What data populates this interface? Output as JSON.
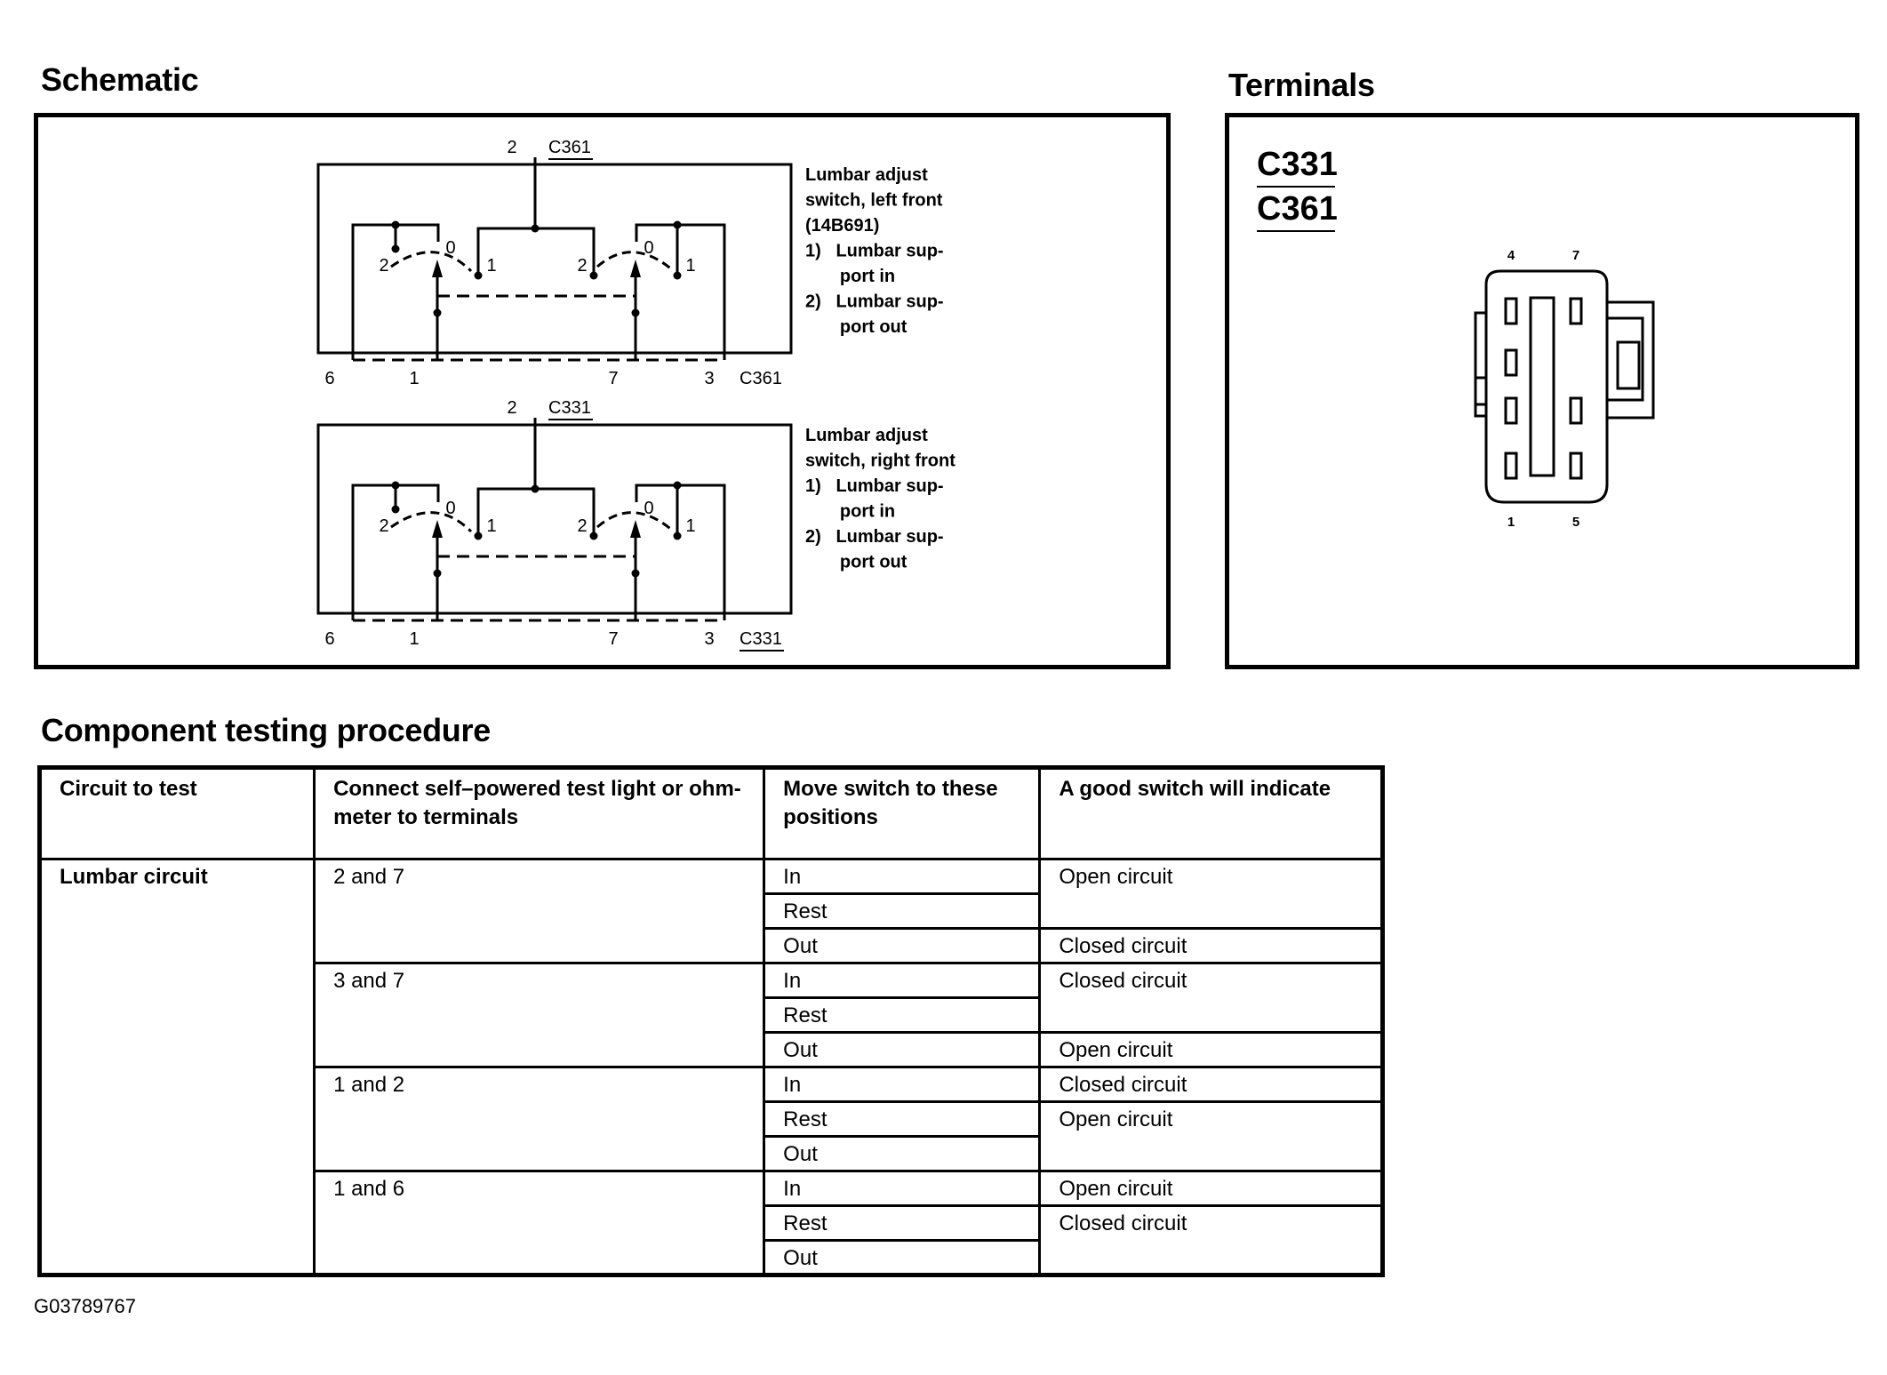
{
  "schematic": {
    "title": "Schematic",
    "upper": {
      "connector_top": "C361",
      "pin_top": "2",
      "description": [
        "Lumbar adjust",
        "switch, left front",
        "(14B691)",
        "1)   Lumbar sup-",
        "       port in",
        "2)   Lumbar sup-",
        "       port out"
      ],
      "pins_bottom": [
        "6",
        "1",
        "7",
        "3"
      ],
      "connector_bottom": "C361",
      "left_switch": [
        "2",
        "0",
        "1"
      ],
      "right_switch": [
        "2",
        "0",
        "1"
      ]
    },
    "lower": {
      "connector_top": "C331",
      "pin_top": "2",
      "description": [
        "Lumbar adjust",
        "switch, right front",
        "1)   Lumbar sup-",
        "       port in",
        "2)   Lumbar sup-",
        "       port out"
      ],
      "pins_bottom": [
        "6",
        "1",
        "7",
        "3"
      ],
      "connector_bottom": "C331",
      "left_switch": [
        "2",
        "0",
        "1"
      ],
      "right_switch": [
        "2",
        "0",
        "1"
      ]
    }
  },
  "terminals": {
    "title": "Terminals",
    "connectors": [
      "C331",
      "C361"
    ],
    "pin_labels_top": [
      "4",
      "7"
    ],
    "pin_labels_bottom": [
      "1",
      "5"
    ]
  },
  "procedure": {
    "title": "Component testing procedure",
    "headers": [
      "Circuit to test",
      "Connect self–powered test light or ohm-\nmeter to terminals",
      "Move switch to these\npositions",
      "A good switch will indicate"
    ],
    "circuit": "Lumbar circuit",
    "groups": [
      {
        "terminals": "2 and 7",
        "positions": [
          "In",
          "Rest",
          "Out"
        ],
        "results": [
          {
            "text": "Open circuit",
            "span": 2
          },
          {
            "text": "Closed circuit",
            "span": 1
          }
        ]
      },
      {
        "terminals": "3 and 7",
        "positions": [
          "In",
          "Rest",
          "Out"
        ],
        "results": [
          {
            "text": "Closed circuit",
            "span": 2
          },
          {
            "text": "Open circuit",
            "span": 1
          }
        ]
      },
      {
        "terminals": "1 and 2",
        "positions": [
          "In",
          "Rest",
          "Out"
        ],
        "results": [
          {
            "text": "Closed circuit",
            "span": 1
          },
          {
            "text": "Open circuit",
            "span": 2
          }
        ]
      },
      {
        "terminals": "1 and 6",
        "positions": [
          "In",
          "Rest",
          "Out"
        ],
        "results": [
          {
            "text": "Open circuit",
            "span": 1
          },
          {
            "text": "Closed circuit",
            "span": 2
          }
        ]
      }
    ]
  },
  "figure_id": "G03789767"
}
